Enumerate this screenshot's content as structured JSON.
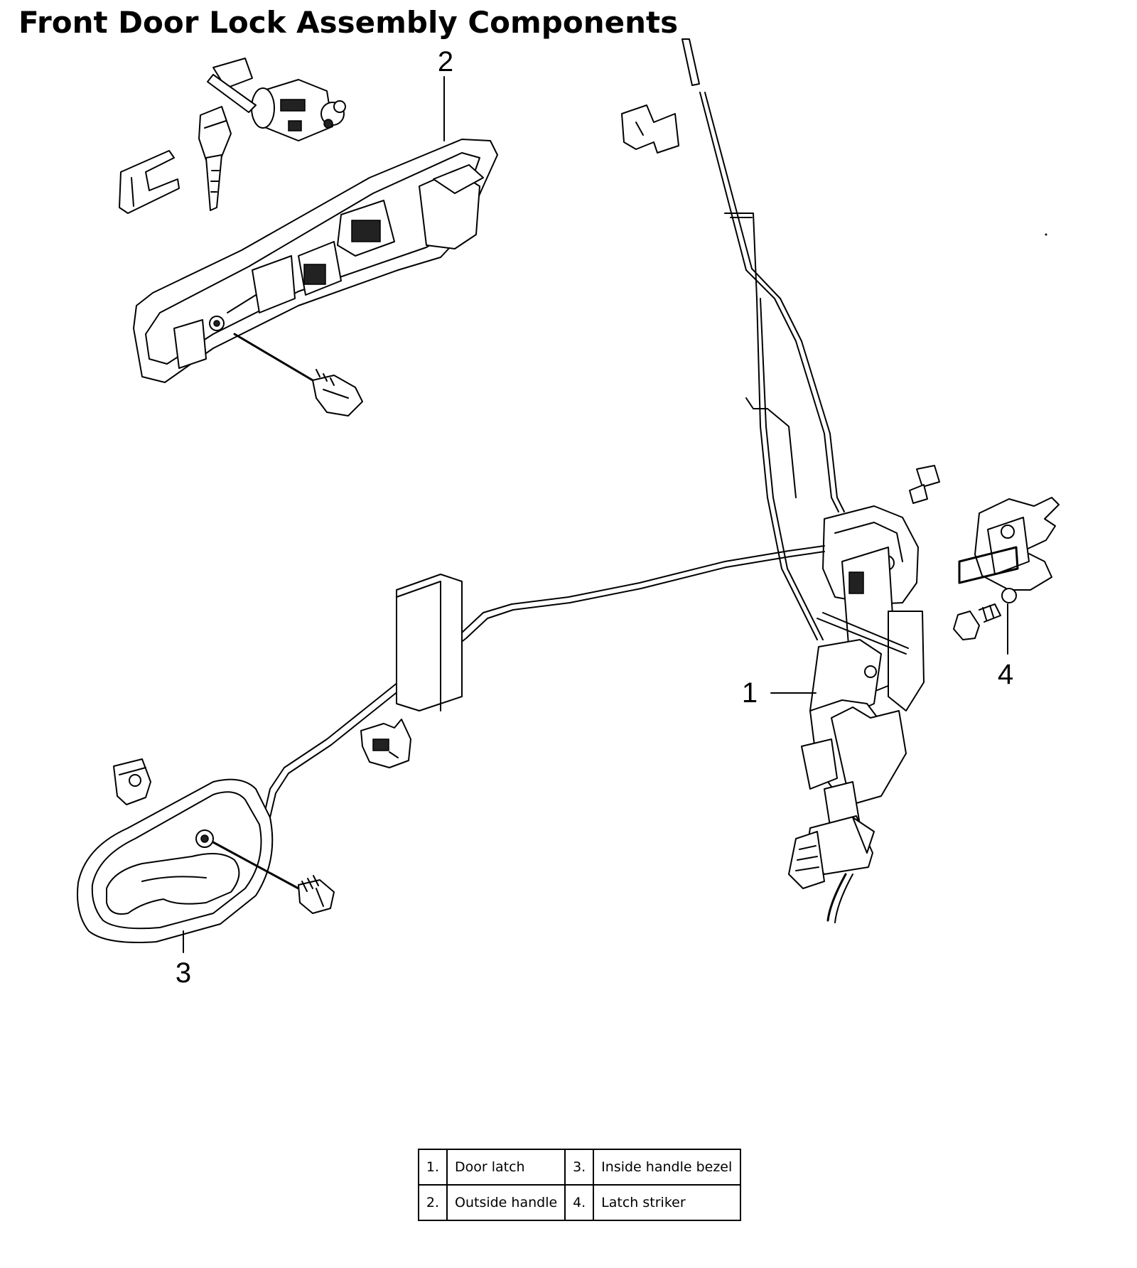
{
  "title": "Front Door Lock Assembly Components",
  "callouts": [
    "1",
    "2",
    "3",
    "4"
  ],
  "legend": [
    [
      {
        "num": "1.",
        "label": "Door latch"
      },
      {
        "num": "3.",
        "label": "Inside handle bezel"
      }
    ],
    [
      {
        "num": "2.",
        "label": "Outside handle"
      },
      {
        "num": "4.",
        "label": "Latch striker"
      }
    ]
  ]
}
